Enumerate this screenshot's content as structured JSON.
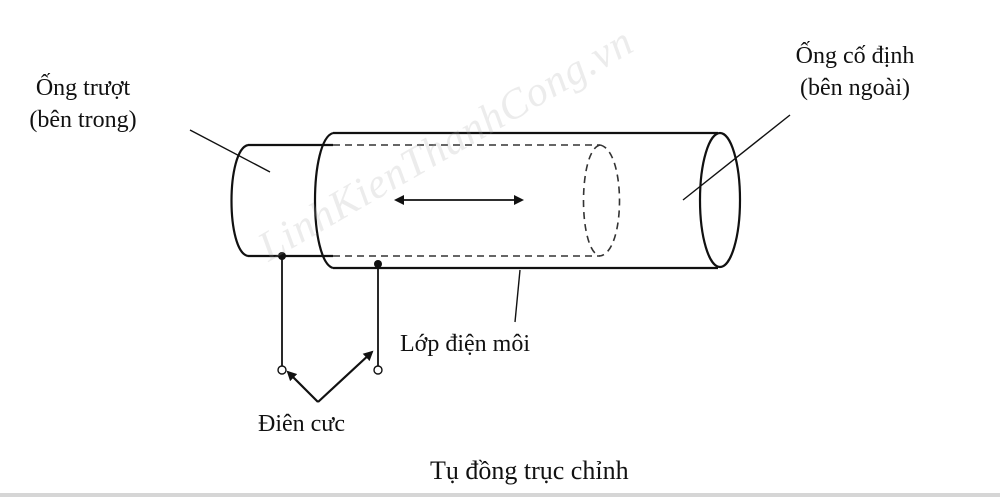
{
  "labels": {
    "inner_tube_line1": "Ống trượt",
    "inner_tube_line2": "(bên trong)",
    "outer_tube_line1": "Ống cố định",
    "outer_tube_line2": "(bên ngoài)",
    "dielectric": "Lớp điện môi",
    "electrodes": "Điên cưc",
    "caption": "Tụ đồng trục chỉnh"
  },
  "watermark": "LinhKienThanhCong.vn",
  "colors": {
    "line": "#111111",
    "dashed": "#333333",
    "background": "#ffffff"
  }
}
